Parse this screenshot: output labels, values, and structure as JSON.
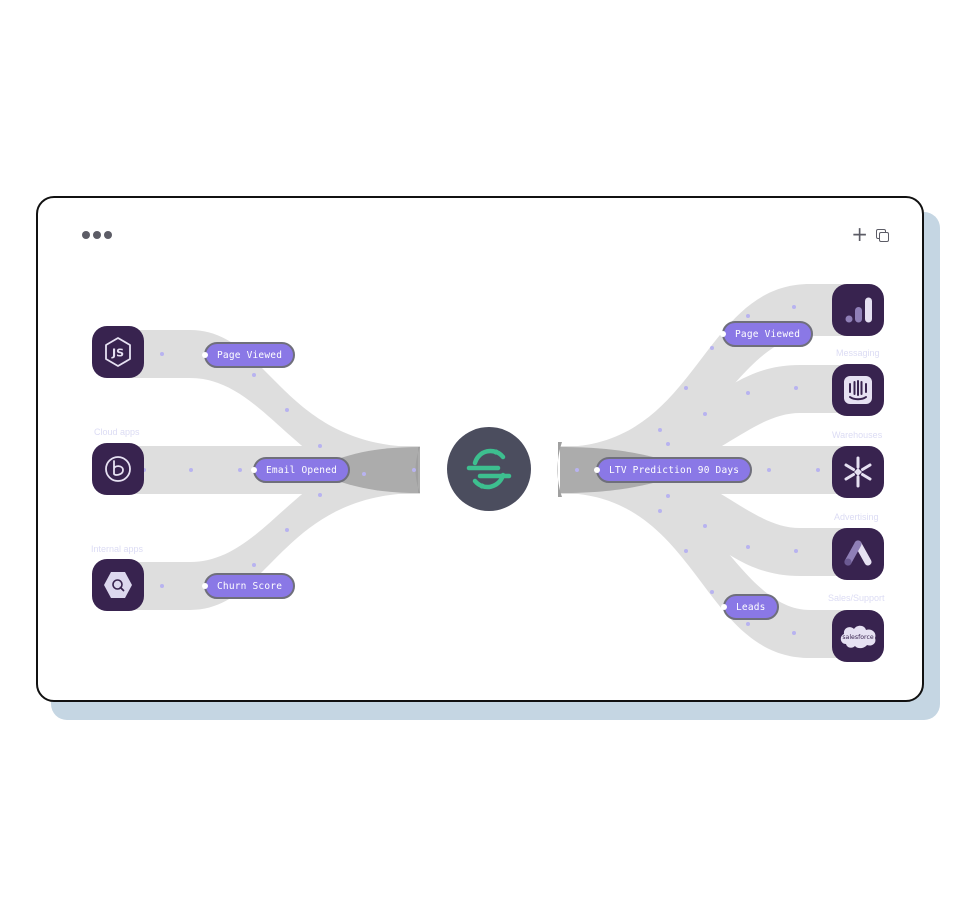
{
  "window": {
    "menu_icon": "ellipsis-icon",
    "add_icon": "plus-icon",
    "copy_icon": "copy-icon",
    "add_glyph": "+"
  },
  "hub": {
    "icon": "segment-logo-icon",
    "color": "#3dbf8f"
  },
  "sources": [
    {
      "id": "nodejs",
      "icon": "nodejs-icon",
      "category": "",
      "event": "Page Viewed"
    },
    {
      "id": "braze",
      "icon": "braze-icon",
      "category": "Cloud apps",
      "event": "Email Opened"
    },
    {
      "id": "bigquery",
      "icon": "bigquery-icon",
      "category": "Internal apps",
      "event": "Churn Score"
    }
  ],
  "destinations": [
    {
      "id": "google-analytics",
      "icon": "google-analytics-icon",
      "category": "",
      "event": "Page Viewed"
    },
    {
      "id": "intercom",
      "icon": "intercom-icon",
      "category": "Messaging",
      "event": ""
    },
    {
      "id": "snowflake",
      "icon": "snowflake-icon",
      "category": "Warehouses",
      "event": "LTV Prediction 90 Days"
    },
    {
      "id": "google-ads",
      "icon": "google-ads-icon",
      "category": "Advertising",
      "event": ""
    },
    {
      "id": "salesforce",
      "icon": "salesforce-icon",
      "category": "Sales/Support",
      "event": "Leads",
      "logo_text": "salesforce"
    }
  ],
  "colors": {
    "tile": "#38234f",
    "pill": "#8a78e6",
    "flow": "#dedede",
    "flow_dark": "#a9a9a9",
    "dot": "#b8b3f0"
  }
}
